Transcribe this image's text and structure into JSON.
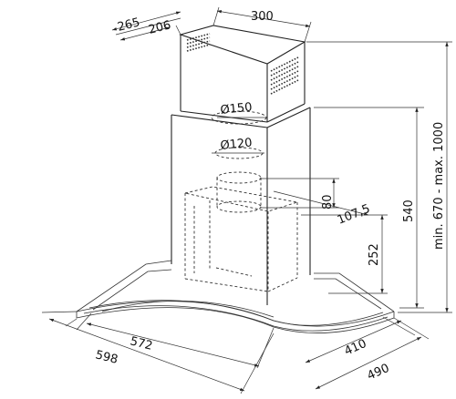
{
  "dimensions": {
    "chimney_depth_outer": "265",
    "chimney_depth_inner": "206",
    "chimney_width": "300",
    "duct_diameter_outer": "Ø150",
    "duct_diameter_inner": "Ø120",
    "outlet_height": "80",
    "outlet_offset": "107,5",
    "motor_height": "252",
    "chimney_height_inner": "540",
    "total_height_range": "min. 670 - max. 1000",
    "width_inner": "572",
    "width_outer": "598",
    "depth_inner": "410",
    "depth_outer": "490"
  }
}
